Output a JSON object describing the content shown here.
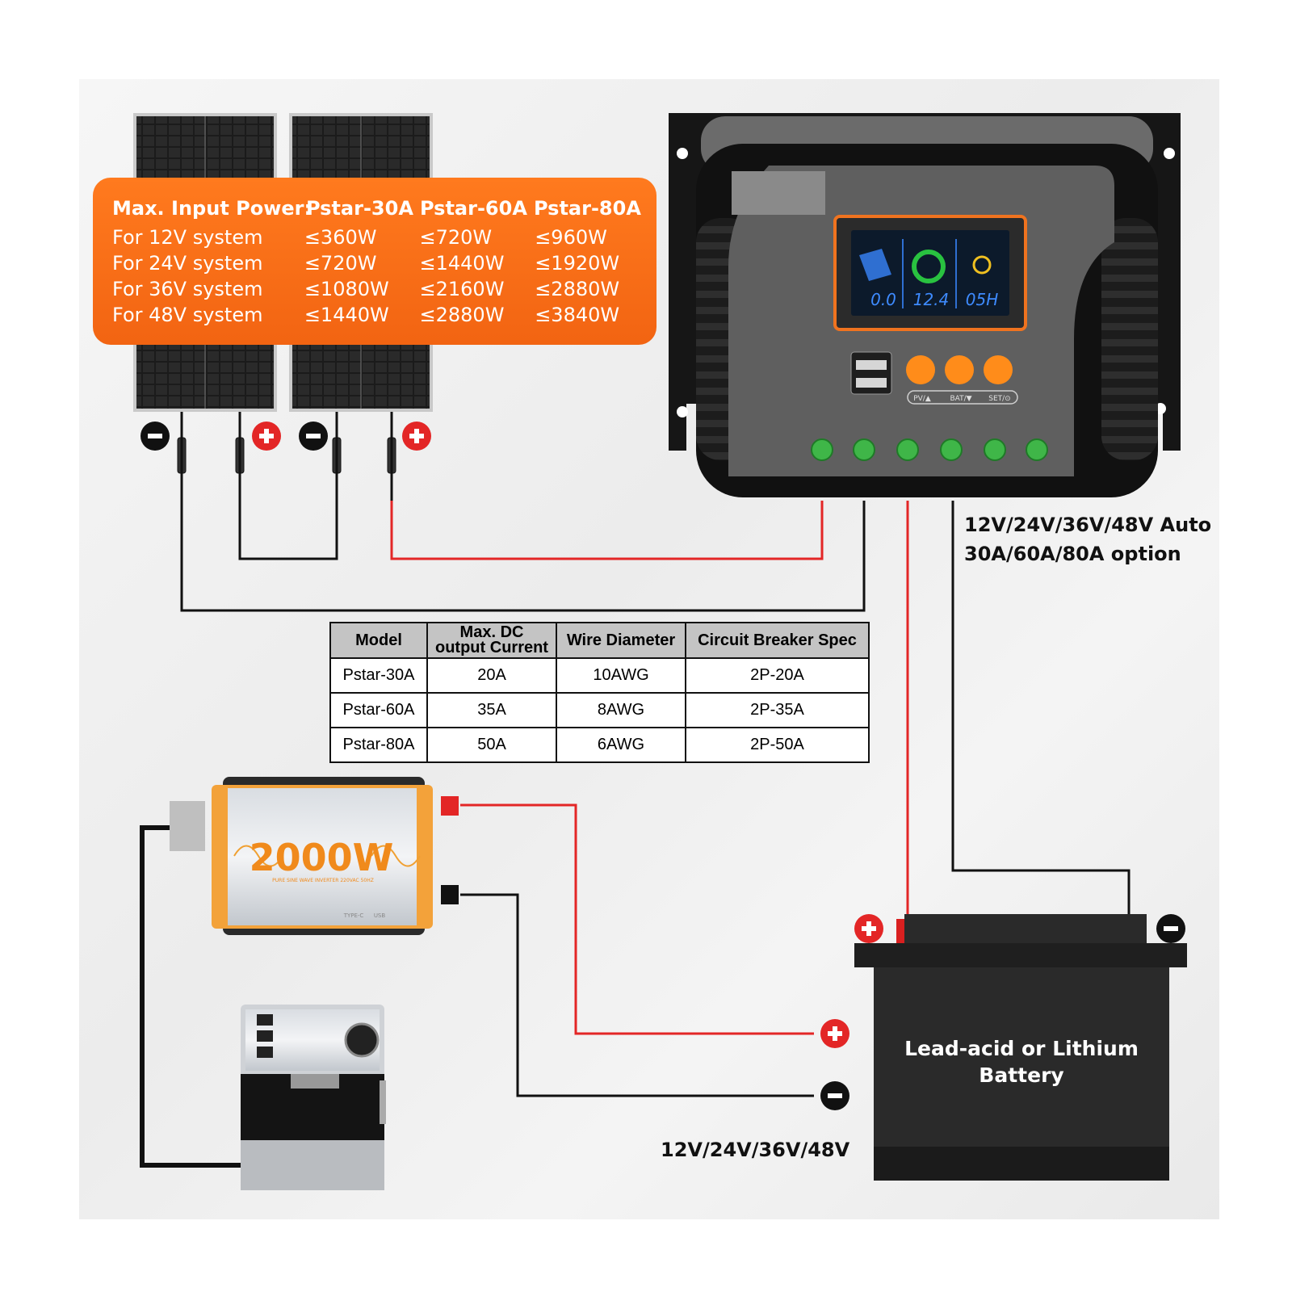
{
  "power_table": {
    "header": [
      "Max. Input Power:",
      "Pstar-30A",
      "Pstar-60A",
      "Pstar-80A"
    ],
    "rows": [
      [
        "For 12V system",
        "≤360W",
        "≤720W",
        "≤960W"
      ],
      [
        "For 24V system",
        "≤720W",
        "≤1440W",
        "≤1920W"
      ],
      [
        "For 36V system",
        "≤1080W",
        "≤2160W",
        "≤2880W"
      ],
      [
        "For 48V system",
        "≤1440W",
        "≤2880W",
        "≤3840W"
      ]
    ]
  },
  "controller": {
    "lcd": [
      "0.0",
      "12.4",
      "05H"
    ],
    "buttons": [
      "PV/▲",
      "BAT/▼",
      "SET/⊙"
    ],
    "spec_lines": [
      "12V/24V/36V/48V Auto",
      "30A/60A/80A option"
    ]
  },
  "spec_table": {
    "headers": [
      "Model",
      "Max. DC\noutput Current",
      "Wire Diameter",
      "Circuit Breaker Spec"
    ],
    "rows": [
      [
        "Pstar-30A",
        "20A",
        "10AWG",
        "2P-20A"
      ],
      [
        "Pstar-60A",
        "35A",
        "8AWG",
        "2P-35A"
      ],
      [
        "Pstar-80A",
        "50A",
        "6AWG",
        "2P-50A"
      ]
    ]
  },
  "inverter": {
    "power": "2000W",
    "subtitle": "PURE SINE WAVE INVERTER 220VAC 50HZ",
    "ports": [
      "TYPE-C",
      "USB"
    ]
  },
  "battery": {
    "label_line1": "Lead-acid or Lithium",
    "label_line2": "Battery"
  },
  "voltage_label": "12V/24V/36V/48V",
  "colors": {
    "positive": "#e32626",
    "negative": "#111111",
    "accent": "#f26412"
  }
}
